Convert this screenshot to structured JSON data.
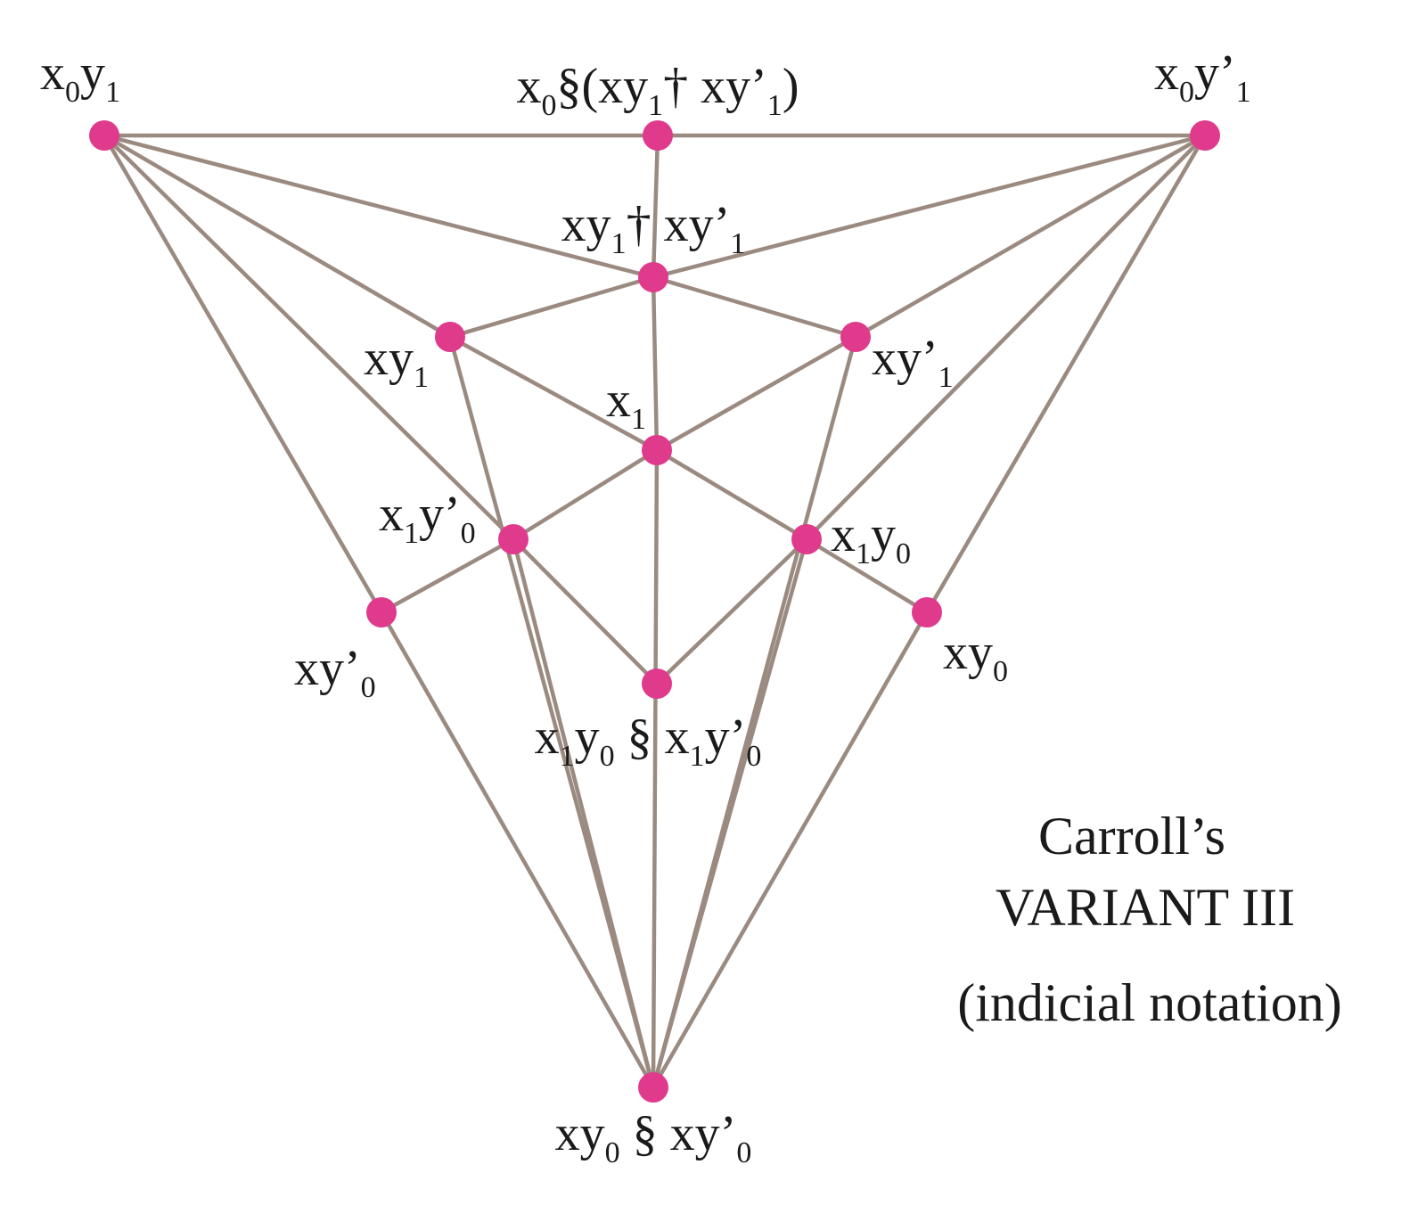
{
  "colors": {
    "node": "#e03a8c",
    "edge": "#9a8a80",
    "text": "#1a1a1a"
  },
  "nodes": [
    {
      "id": "x0y1",
      "label": [
        {
          "t": "x"
        },
        {
          "t": "0",
          "sub": true
        },
        {
          "t": "y"
        },
        {
          "t": "1",
          "sub": true
        }
      ]
    },
    {
      "id": "x0_xy1_xyp1",
      "label": [
        {
          "t": "x"
        },
        {
          "t": "0",
          "sub": true
        },
        {
          "t": "§(xy"
        },
        {
          "t": "1",
          "sub": true
        },
        {
          "t": "† xy’"
        },
        {
          "t": "1",
          "sub": true
        },
        {
          "t": ")"
        }
      ]
    },
    {
      "id": "x0yp1",
      "label": [
        {
          "t": "x"
        },
        {
          "t": "0",
          "sub": true
        },
        {
          "t": "y’"
        },
        {
          "t": "1",
          "sub": true
        }
      ]
    },
    {
      "id": "xy1_xyp1",
      "label": [
        {
          "t": "xy"
        },
        {
          "t": "1",
          "sub": true
        },
        {
          "t": "† xy’"
        },
        {
          "t": "1",
          "sub": true
        }
      ]
    },
    {
      "id": "xy1",
      "label": [
        {
          "t": "xy"
        },
        {
          "t": "1",
          "sub": true
        }
      ]
    },
    {
      "id": "xyp1",
      "label": [
        {
          "t": "xy’"
        },
        {
          "t": "1",
          "sub": true
        }
      ]
    },
    {
      "id": "x1",
      "label": [
        {
          "t": "x"
        },
        {
          "t": "1",
          "sub": true
        }
      ]
    },
    {
      "id": "x1yp0",
      "label": [
        {
          "t": "x"
        },
        {
          "t": "1",
          "sub": true
        },
        {
          "t": "y’"
        },
        {
          "t": "0",
          "sub": true
        }
      ]
    },
    {
      "id": "x1y0",
      "label": [
        {
          "t": "x"
        },
        {
          "t": "1",
          "sub": true
        },
        {
          "t": "y"
        },
        {
          "t": "0",
          "sub": true
        }
      ]
    },
    {
      "id": "xyp0",
      "label": [
        {
          "t": "xy’"
        },
        {
          "t": "0",
          "sub": true
        }
      ]
    },
    {
      "id": "xy0",
      "label": [
        {
          "t": "xy"
        },
        {
          "t": "0",
          "sub": true
        }
      ]
    },
    {
      "id": "x1y0_x1yp0",
      "label": [
        {
          "t": "x"
        },
        {
          "t": "1",
          "sub": true
        },
        {
          "t": "y"
        },
        {
          "t": "0",
          "sub": true
        },
        {
          "t": " § x"
        },
        {
          "t": "1",
          "sub": true
        },
        {
          "t": "y’"
        },
        {
          "t": "0",
          "sub": true
        }
      ]
    },
    {
      "id": "xy0_xyp0",
      "label": [
        {
          "t": "xy"
        },
        {
          "t": "0",
          "sub": true
        },
        {
          "t": " § xy’"
        },
        {
          "t": "0",
          "sub": true
        }
      ]
    }
  ],
  "edges": [
    [
      "x0y1",
      "x0_xy1_xyp1"
    ],
    [
      "x0_xy1_xyp1",
      "x0yp1"
    ],
    [
      "x0_xy1_xyp1",
      "xy1_xyp1"
    ],
    [
      "x0y1",
      "xy1_xyp1"
    ],
    [
      "x0yp1",
      "xy1_xyp1"
    ],
    [
      "x0y1",
      "xyp0"
    ],
    [
      "x0y1",
      "x1yp0"
    ],
    [
      "x0y1",
      "xy1"
    ],
    [
      "x0yp1",
      "xy0"
    ],
    [
      "x0yp1",
      "x1y0"
    ],
    [
      "x0yp1",
      "xyp1"
    ],
    [
      "xy1_xyp1",
      "xy1"
    ],
    [
      "xy1_xyp1",
      "xyp1"
    ],
    [
      "xy1_xyp1",
      "x1"
    ],
    [
      "xy1",
      "x1"
    ],
    [
      "xyp1",
      "x1"
    ],
    [
      "xy1",
      "xy0_xyp0"
    ],
    [
      "xyp1",
      "xy0_xyp0"
    ],
    [
      "x1",
      "x1yp0"
    ],
    [
      "x1",
      "x1y0"
    ],
    [
      "x1",
      "xy0_xyp0"
    ],
    [
      "x1yp0",
      "xyp0"
    ],
    [
      "x1y0",
      "xy0"
    ],
    [
      "x1yp0",
      "x1y0_x1yp0"
    ],
    [
      "x1y0",
      "x1y0_x1yp0"
    ],
    [
      "x1yp0",
      "xy0_xyp0"
    ],
    [
      "x1y0",
      "xy0_xyp0"
    ],
    [
      "xyp0",
      "xy0_xyp0"
    ],
    [
      "xy0",
      "xy0_xyp0"
    ]
  ],
  "caption": {
    "line1": "Carroll’s",
    "line2": "VARIANT III",
    "line3": "(indicial notation)"
  }
}
